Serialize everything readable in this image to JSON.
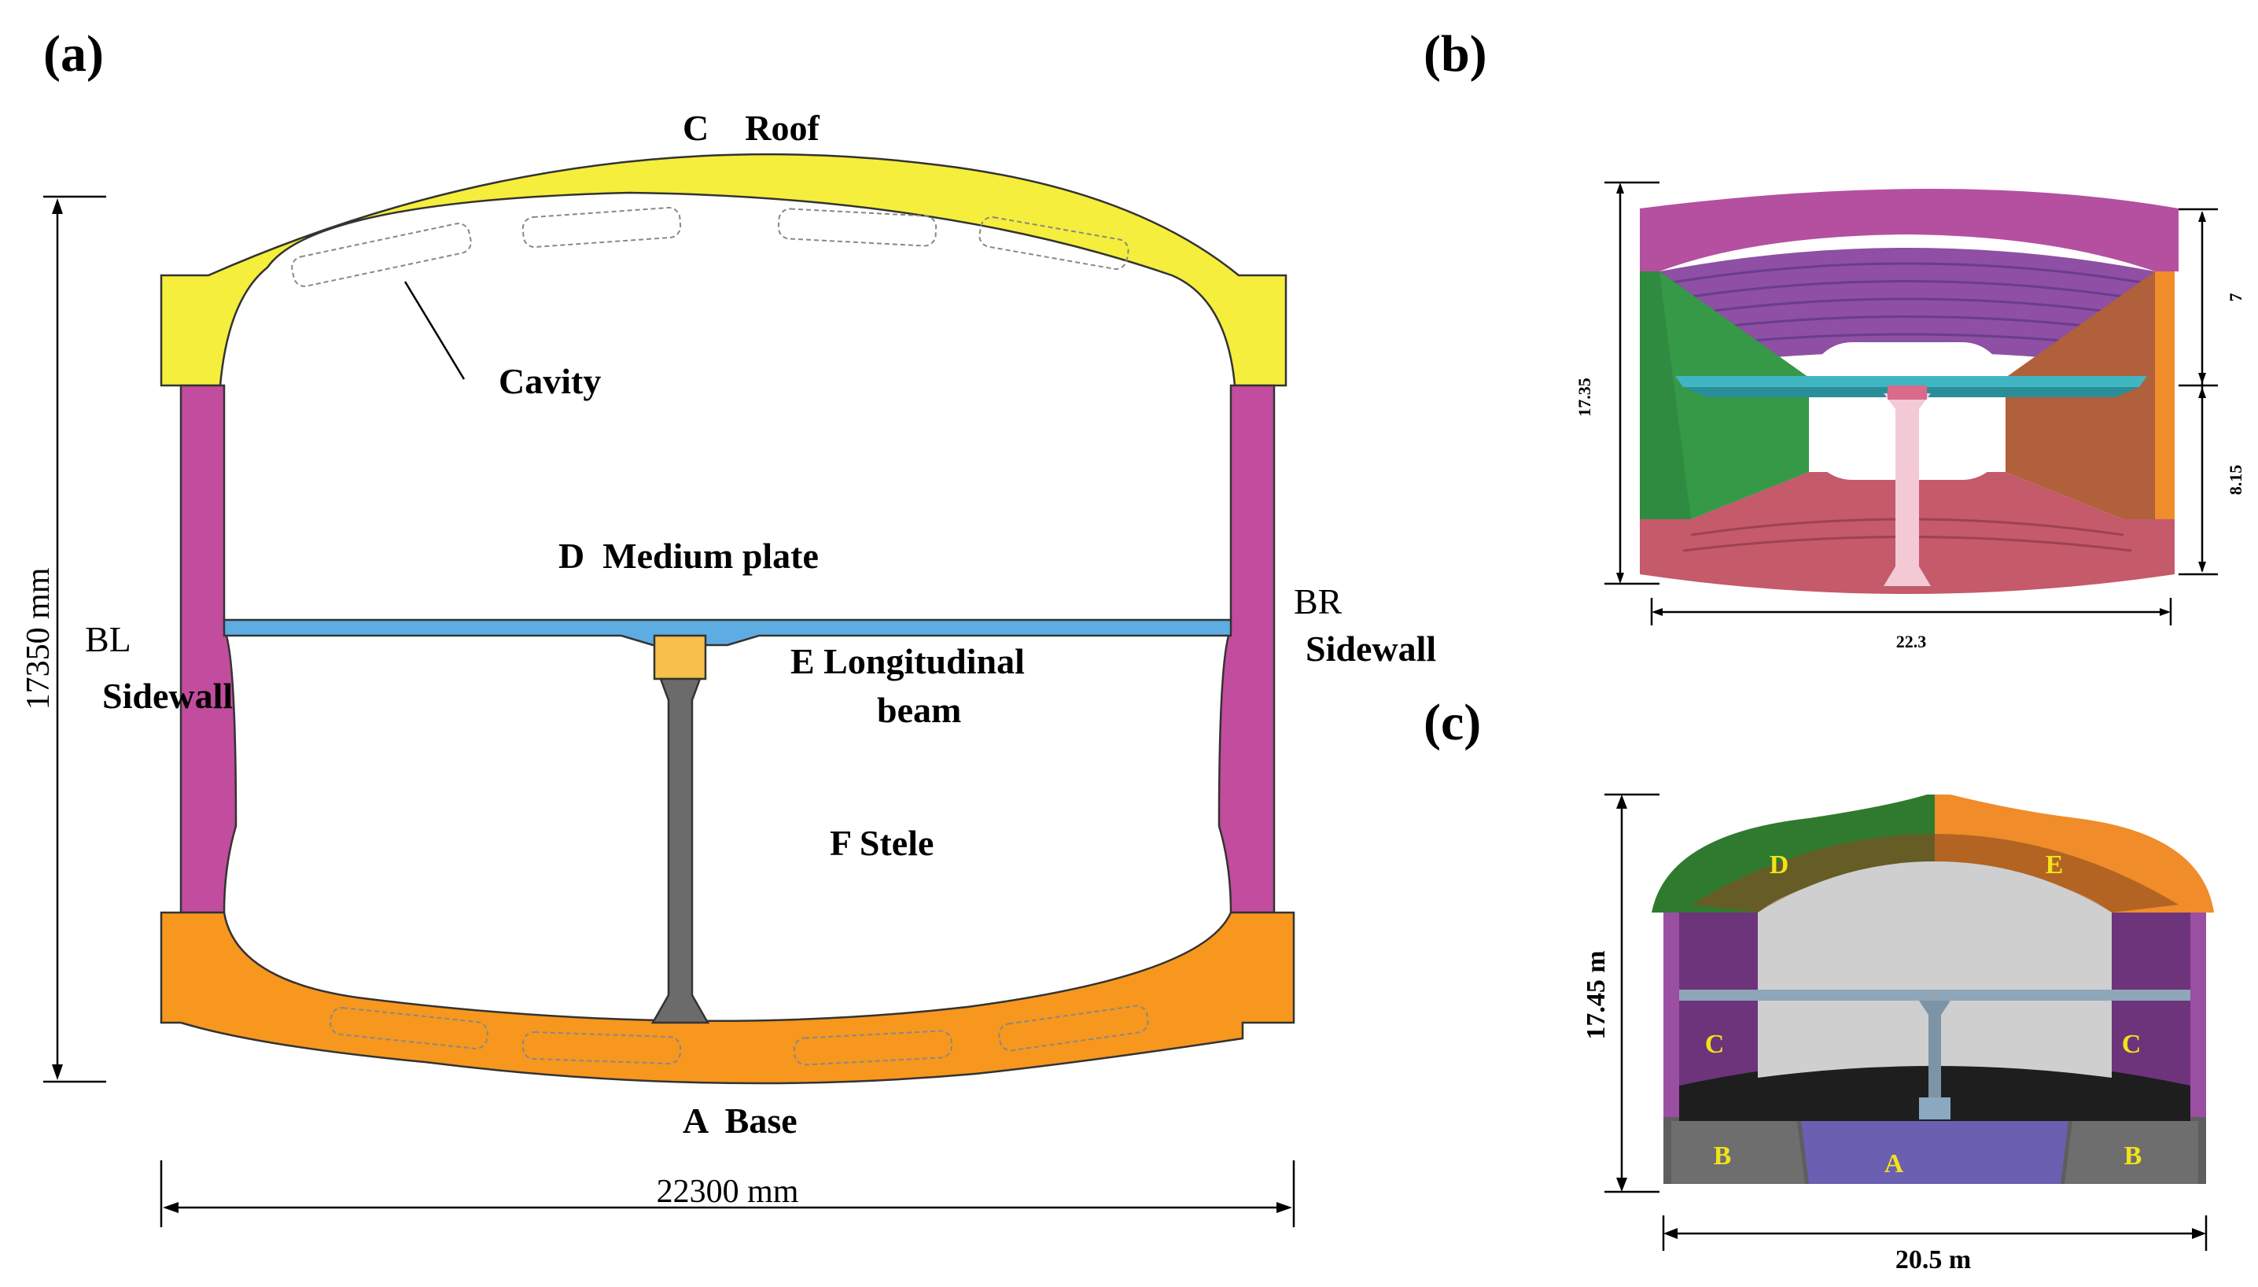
{
  "panels": {
    "a": "(a)",
    "b": "(b)",
    "c": "(c)"
  },
  "panel_a": {
    "roof": "C    Roof",
    "cavity": "Cavity",
    "medium_plate": "D  Medium plate",
    "longitudinal_beam_1": "E Longitudinal",
    "longitudinal_beam_2": "beam",
    "stele": "F Stele",
    "base": "A  Base",
    "bl": "BL",
    "bl_sidewall": "Sidewall",
    "br": "BR",
    "br_sidewall": "Sidewall",
    "height_dim": "17350 mm",
    "width_dim": "22300 mm"
  },
  "panel_b": {
    "height_total": "17.35",
    "height_upper": "7",
    "height_lower": "8.15",
    "width": "22.3"
  },
  "panel_c": {
    "height": "17.45 m",
    "width": "20.5 m",
    "segments": [
      "A",
      "B",
      "B",
      "C",
      "C",
      "D",
      "E"
    ]
  },
  "colors": {
    "roof": "#f5ee3c",
    "sidewall": "#c24c9e",
    "medium_plate": "#5dade2",
    "longitudinal_beam": "#f7c04a",
    "stele": "#6b6b6b",
    "base": "#f7971e"
  }
}
